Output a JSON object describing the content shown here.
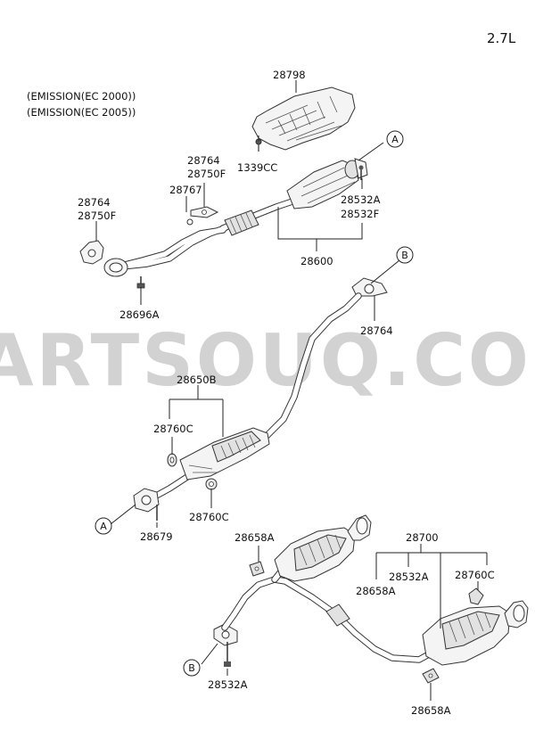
{
  "diagram": {
    "variant": "2.7L",
    "emission_notes": [
      "(EMISSION(EC 2000))",
      "(EMISSION(EC 2005))"
    ],
    "watermark": "PARTSOUQ.COM",
    "refs": {
      "a": "A",
      "b": "B"
    },
    "labels": {
      "p28798": "28798",
      "p1339CC": "1339CC",
      "p28764_top": "28764",
      "p28750F_top": "28750F",
      "p28767": "28767",
      "p28764_left": "28764",
      "p28750F_left": "28750F",
      "p28532A_top": "28532A",
      "p28532F": "28532F",
      "p28600": "28600",
      "p28696A": "28696A",
      "p28764_mid": "28764",
      "p28650B": "28650B",
      "p28760C_a": "28760C",
      "p28760C_b": "28760C",
      "p28679": "28679",
      "p28658A_a": "28658A",
      "p28700": "28700",
      "p28532A_mid": "28532A",
      "p28658A_b": "28658A",
      "p28760C_c": "28760C",
      "p28532A_bot": "28532A",
      "p28658A_c": "28658A"
    }
  }
}
